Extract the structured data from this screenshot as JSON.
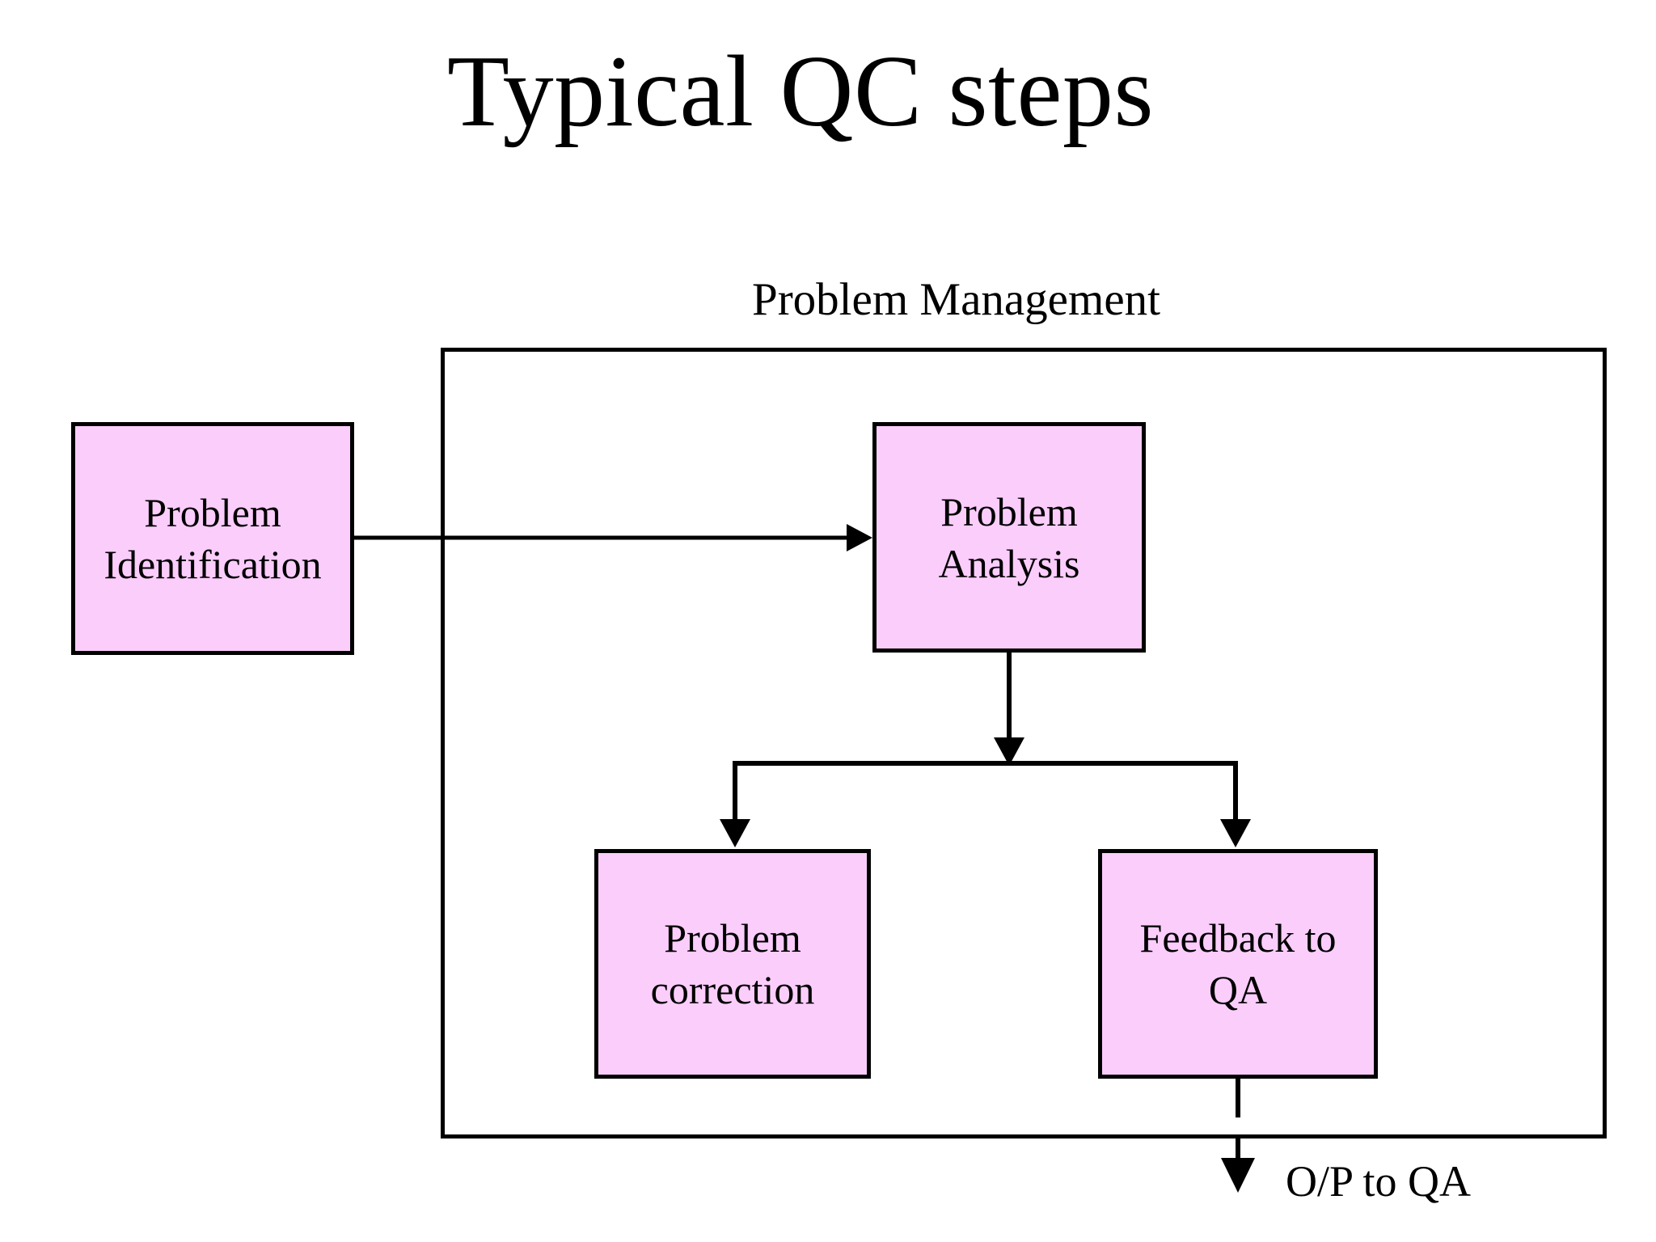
{
  "slide": {
    "title": "Typical QC steps",
    "background_color": "#ffffff",
    "text_color": "#000000"
  },
  "diagram": {
    "type": "flowchart",
    "group": {
      "label": "Problem Management",
      "border_color": "#000000"
    },
    "node_fill_color": "#fbcdfb",
    "node_border_color": "#000000",
    "nodes": [
      {
        "id": "problem-identification",
        "line1": "Problem",
        "line2": "Identification",
        "inside_group": false
      },
      {
        "id": "problem-analysis",
        "line1": "Problem",
        "line2": "Analysis",
        "inside_group": true
      },
      {
        "id": "problem-correction",
        "line1": "Problem",
        "line2": "correction",
        "inside_group": true
      },
      {
        "id": "feedback-to-qa",
        "line1": "Feedback to",
        "line2": "QA",
        "inside_group": true
      }
    ],
    "edges": [
      {
        "id": "identification-to-analysis",
        "from": "problem-identification",
        "to": "problem-analysis",
        "style": "solid",
        "arrow": true
      },
      {
        "id": "analysis-to-split",
        "from": "problem-analysis",
        "to": "split-bar",
        "style": "solid",
        "arrow": true
      },
      {
        "id": "split-to-correction",
        "from": "split-bar",
        "to": "problem-correction",
        "style": "solid",
        "arrow": true
      },
      {
        "id": "split-to-feedback",
        "from": "split-bar",
        "to": "feedback-to-qa",
        "style": "solid",
        "arrow": true
      },
      {
        "id": "feedback-to-output",
        "from": "feedback-to-qa",
        "to": "output-qa",
        "style": "dashed",
        "arrow": true,
        "label": "O/P to QA"
      }
    ],
    "output_label": "O/P to QA"
  }
}
